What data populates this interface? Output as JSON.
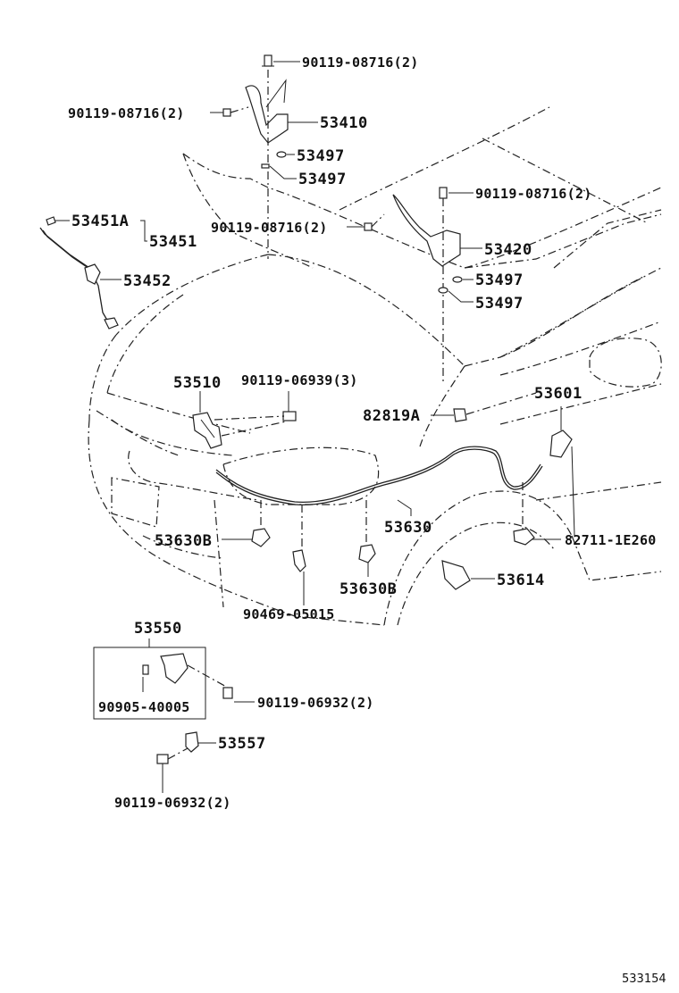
{
  "labels": {
    "p_90119_08716_top": "90119-08716(2)",
    "p_90119_08716_left": "90119-08716(2)",
    "p_53410": "53410",
    "p_53497_a": "53497",
    "p_53497_b": "53497",
    "p_53451A": "53451A",
    "p_53451": "53451",
    "p_53452": "53452",
    "p_90119_08716_right_top": "90119-08716(2)",
    "p_90119_08716_right_mid": "90119-08716(2)",
    "p_53420": "53420",
    "p_53497_c": "53497",
    "p_53497_d": "53497",
    "p_53510": "53510",
    "p_90119_06939": "90119-06939(3)",
    "p_82819A": "82819A",
    "p_53601": "53601",
    "p_53630B_left": "53630B",
    "p_53630": "53630",
    "p_82711": "82711-1E260",
    "p_53630B_bottom": "53630B",
    "p_53614": "53614",
    "p_90469": "90469-05015",
    "p_53550": "53550",
    "p_90905": "90905-40005",
    "p_90119_06932_a": "90119-06932(2)",
    "p_53557": "53557",
    "p_90119_06932_b": "90119-06932(2)",
    "figure_number": "533154"
  }
}
